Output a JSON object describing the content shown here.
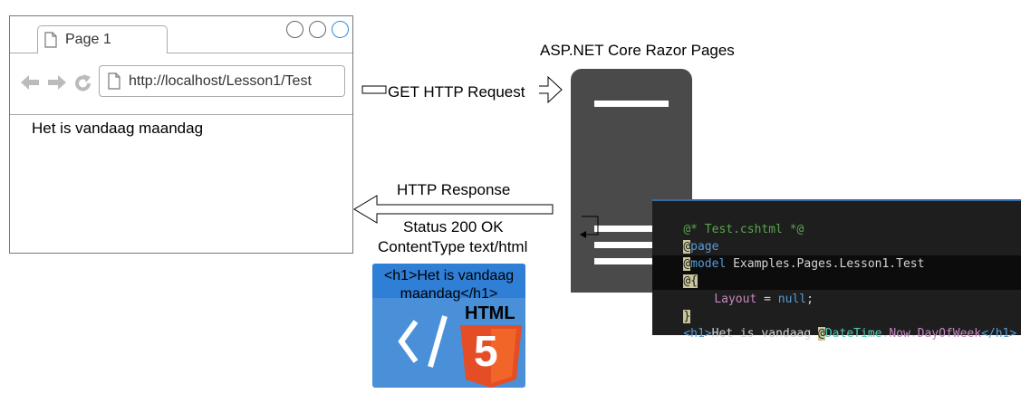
{
  "browser": {
    "tab_label": "Page 1",
    "url": "http://localhost/Lesson1/Test",
    "page_content": "Het is vandaag maandag"
  },
  "server": {
    "title": "ASP.NET Core Razor Pages"
  },
  "request": {
    "label": "GET HTTP Request"
  },
  "response": {
    "label": "HTTP Response",
    "status": "Status 200 OK",
    "content_type": "ContentType text/html"
  },
  "html_badge": {
    "text": "<h1>Het is vandaag maandag</h1>",
    "logo_text": "HTML",
    "shield_digit": "5"
  },
  "code": {
    "l1": "@* Test.cshtml *@",
    "l2_at": "@",
    "l2_kw": "page",
    "l3_at": "@",
    "l3_kw": "model",
    "l3_rest": " Examples.Pages.Lesson1.Test",
    "l4": "@{",
    "l5_prop": "Layout",
    "l5_eq": " = ",
    "l5_kw": "null",
    "l5_end": ";",
    "l6": "}",
    "l7_open": "<h1>",
    "l7_text": "Het is vandaag ",
    "l7_at": "@",
    "l7_type": "DateTime",
    "l7_dot1": ".",
    "l7_now": "Now",
    "l7_dot2": ".",
    "l7_dow": "DayOfWeek",
    "l7_close": "</h1>"
  },
  "colors": {
    "server": "#4a4a4a",
    "badge_blue": "#4a90d9",
    "html5_orange": "#e44d26",
    "code_bg": "#1e1e1e"
  }
}
